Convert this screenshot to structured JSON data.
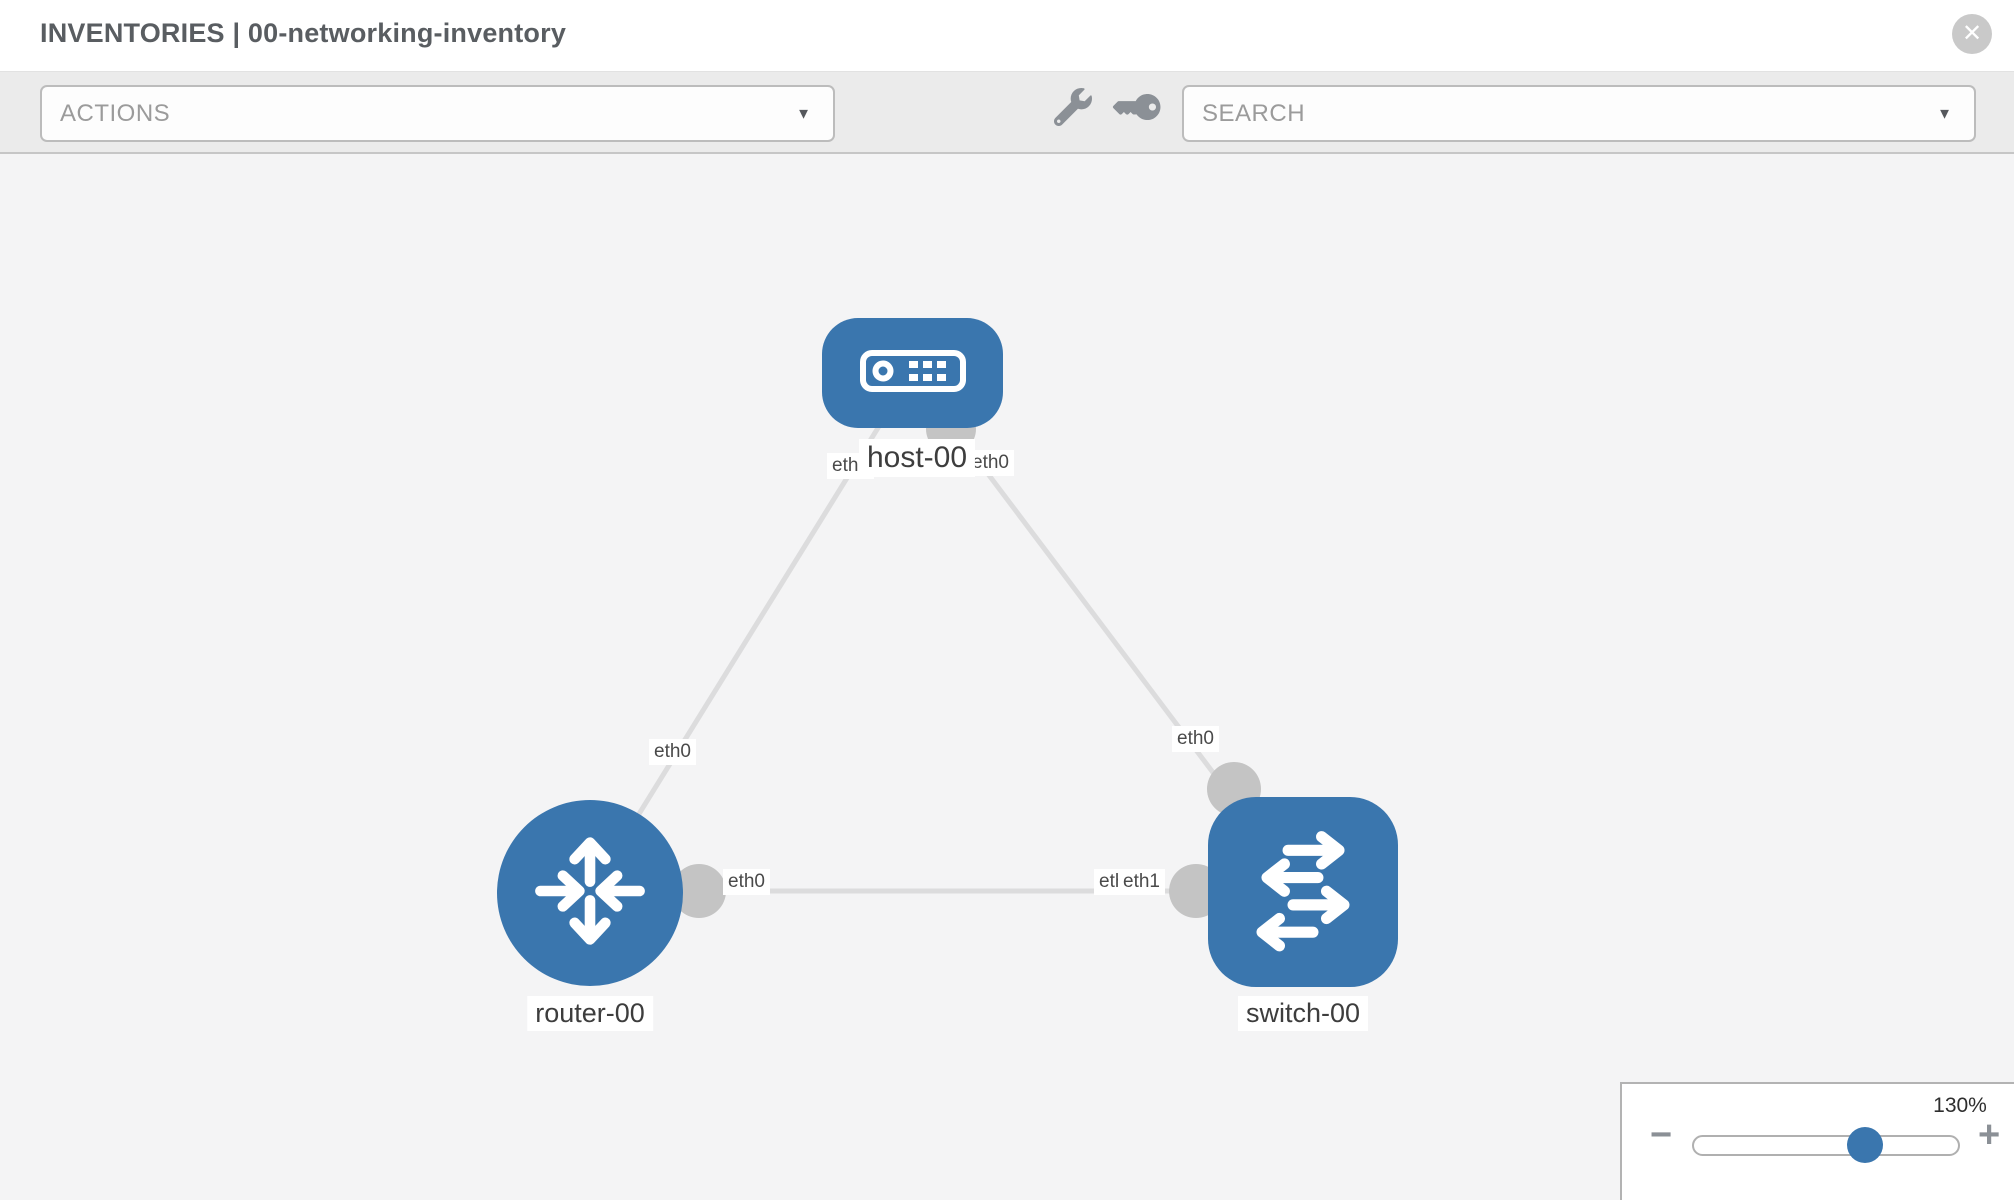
{
  "header": {
    "title": "INVENTORIES | 00-networking-inventory"
  },
  "toolbar": {
    "actions_label": "ACTIONS",
    "search_label": "SEARCH"
  },
  "icons": {
    "close_glyph": "✕",
    "caret_glyph": "▼",
    "minus_glyph": "−",
    "plus_glyph": "+",
    "wrench": "wrench-icon",
    "key": "key-icon"
  },
  "diagram": {
    "nodes": [
      {
        "id": "host-00",
        "label": "host-00",
        "type": "host"
      },
      {
        "id": "router-00",
        "label": "router-00",
        "type": "router"
      },
      {
        "id": "switch-00",
        "label": "switch-00",
        "type": "switch"
      }
    ],
    "links": [
      {
        "from": "host-00",
        "to": "router-00",
        "from_interface": "eth0",
        "to_interface": "eth0"
      },
      {
        "from": "host-00",
        "to": "switch-00",
        "from_interface": "eth0",
        "to_interface": "eth0"
      },
      {
        "from": "router-00",
        "to": "switch-00",
        "from_interface": "eth0",
        "to_interface": "eth1",
        "to_interface_behind": "eth0"
      }
    ]
  },
  "zoom_control": {
    "value": "130%"
  },
  "colors": {
    "node_blue": "#3a76ae",
    "edge_gray": "#dcdcdd",
    "port_gray": "#c4c4c4",
    "toolbar_bg": "#ebebeb",
    "canvas_bg": "#f4f4f5"
  }
}
